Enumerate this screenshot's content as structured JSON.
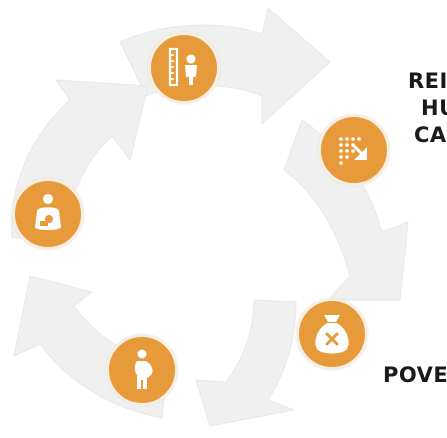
{
  "colors": {
    "accent": "#e69a3a",
    "ring": "#f6efe6",
    "arrow": "#f0f0f0",
    "arrow_edge": "#e6e6e6",
    "text": "#1a1a1a"
  },
  "labels": {
    "upper_right": [
      "REI",
      "HU",
      "CA"
    ],
    "lower_right": "POVE"
  },
  "nodes": [
    {
      "name": "height-measure-node",
      "icon": "child-height-measure-icon"
    },
    {
      "name": "growth-trend-node",
      "icon": "dotted-chart-down-arrow-icon"
    },
    {
      "name": "money-bag-node",
      "icon": "money-bag-cross-icon"
    },
    {
      "name": "pregnant-woman-node",
      "icon": "pregnant-woman-icon"
    },
    {
      "name": "mother-baby-node",
      "icon": "mother-breastfeeding-icon"
    }
  ]
}
